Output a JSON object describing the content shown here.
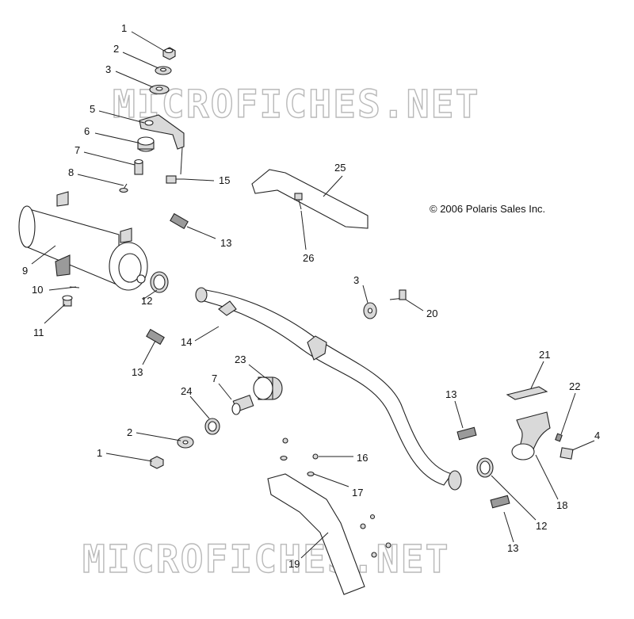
{
  "copyright": "© 2006 Polaris Sales Inc.",
  "watermark": "MICROFICHES.NET",
  "callouts": [
    "1",
    "2",
    "3",
    "5",
    "6",
    "7",
    "8",
    "15",
    "25",
    "9",
    "13",
    "26",
    "10",
    "12",
    "3",
    "20",
    "11",
    "14",
    "13",
    "23",
    "21",
    "7",
    "24",
    "13",
    "22",
    "2",
    "4",
    "16",
    "1",
    "17",
    "18",
    "12",
    "13",
    "19"
  ]
}
